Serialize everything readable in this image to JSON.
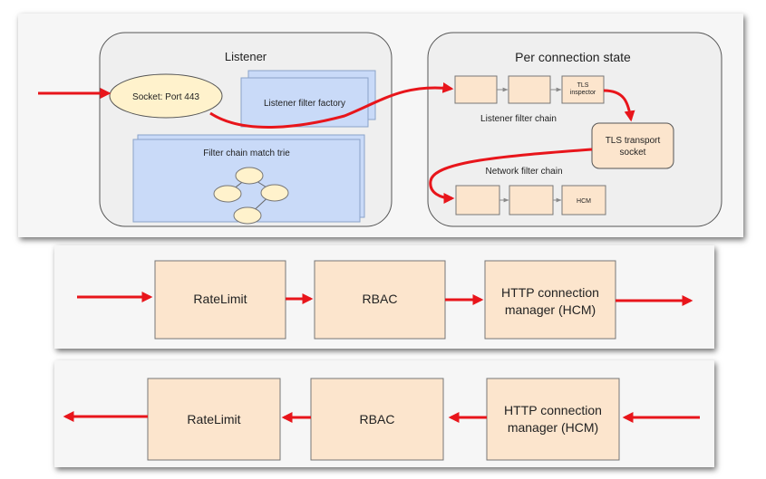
{
  "top": {
    "listener": {
      "title": "Listener",
      "socket": "Socket: Port 443",
      "filter_factory": "Listener filter factory",
      "match_trie": "Filter chain match trie"
    },
    "per_connection": {
      "title": "Per connection state",
      "tls_inspector_line1": "TLS",
      "tls_inspector_line2": "inspector",
      "listener_filter_chain": "Listener filter chain",
      "tls_transport_line1": "TLS transport",
      "tls_transport_line2": "socket",
      "network_filter_chain": "Network filter chain",
      "hcm": "HCM"
    }
  },
  "middle": {
    "box1": "RateLimit",
    "box2": "RBAC",
    "box3_line1": "HTTP connection",
    "box3_line2": "manager (HCM)"
  },
  "bottom": {
    "box1": "RateLimit",
    "box2": "RBAC",
    "box3_line1": "HTTP connection",
    "box3_line2": "manager (HCM)"
  },
  "colors": {
    "arrow": "#e8151b",
    "filter_box": "#fce5cd",
    "blue_box": "#c9daf8",
    "socket": "#fff2cc",
    "container": "#efefef"
  }
}
